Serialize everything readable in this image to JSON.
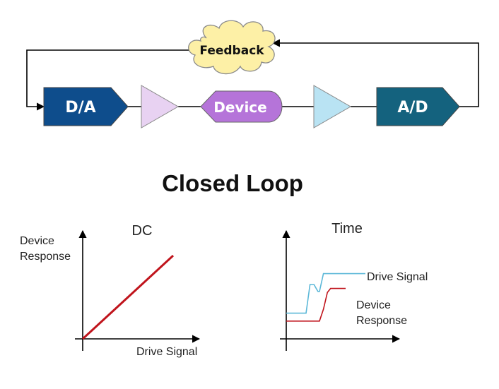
{
  "blocks": {
    "da_label": "D/A",
    "device_label": "Device",
    "ad_label": "A/D",
    "feedback_label": "Feedback"
  },
  "colors": {
    "da_fill": "#0e4d8c",
    "ad_fill": "#14627e",
    "device_fill": "#b574d9",
    "amp1_fill": "#e8d2f2",
    "amp2_fill": "#b9e3f3",
    "feedback_fill": "#fdf0a6",
    "dc_line": "#c0141c",
    "time_drive": "#5cb8d8",
    "time_response": "#c0141c"
  },
  "title": "Closed Loop",
  "dc_chart": {
    "title": "DC",
    "ylabel_line1": "Device",
    "ylabel_line2": "Response",
    "xlabel": "Drive Signal"
  },
  "time_chart": {
    "title": "Time",
    "drive_label": "Drive Signal",
    "response_label_line1": "Device",
    "response_label_line2": "Response"
  },
  "chart_data": [
    {
      "type": "line",
      "title": "DC",
      "xlabel": "Drive Signal",
      "ylabel": "Device Response",
      "xlim": [
        0,
        1
      ],
      "ylim": [
        0,
        1
      ],
      "series": [
        {
          "x": [
            0,
            1
          ],
          "values": [
            0,
            1
          ]
        }
      ]
    },
    {
      "type": "line",
      "title": "Time",
      "xlim": [
        0,
        10
      ],
      "ylim": [
        0,
        10
      ],
      "series": [
        {
          "name": "Drive Signal",
          "x": [
            0,
            2.5,
            3,
            3.5,
            4,
            4.2,
            4.7,
            5.3,
            10
          ],
          "values": [
            2.6,
            2.6,
            5.5,
            5.5,
            4.8,
            4.8,
            6.6,
            6.6,
            6.6
          ]
        },
        {
          "name": "Device Response",
          "x": [
            0,
            4.2,
            4.7,
            5.2,
            5.6,
            7.5
          ],
          "values": [
            1.8,
            1.8,
            3.0,
            4.7,
            5.1,
            5.1
          ]
        }
      ]
    }
  ]
}
